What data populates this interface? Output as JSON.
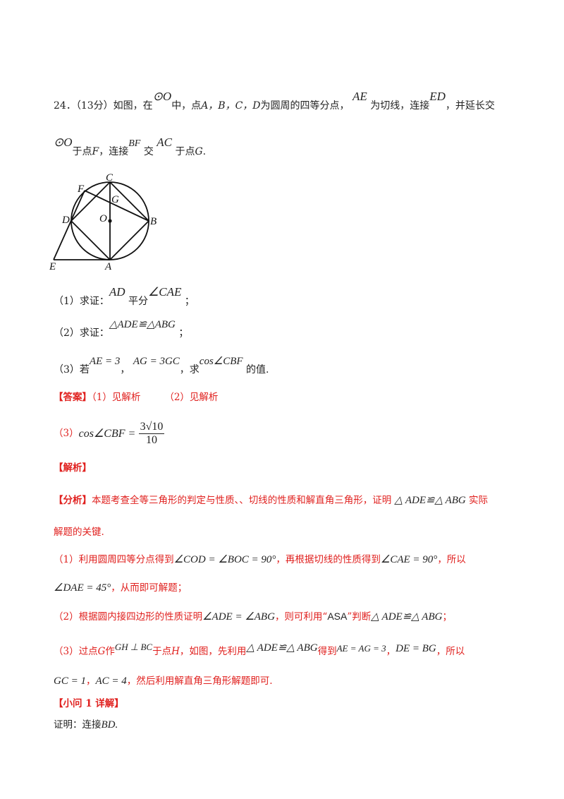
{
  "question": {
    "number": "24．",
    "score": "（13分）",
    "t1": "如图，在",
    "circle_o": "⊙O",
    "t2": "中，点",
    "points_abcd": "A，B，C，D",
    "t3": "为圆周的四等分点，",
    "ae": "AE",
    "t4": "为切线，连接",
    "ed": "ED",
    "t5": "，并延长交",
    "line2_circle": "⊙O",
    "t6": "于点",
    "f": "F",
    "t7": "，连接",
    "bf": "BF",
    "t8": "交",
    "ac": "AC",
    "t9": "于点",
    "g": "G",
    "t10": "."
  },
  "figure": {
    "labels": {
      "A": "A",
      "B": "B",
      "C": "C",
      "D": "D",
      "E": "E",
      "F": "F",
      "G": "G",
      "O": "O"
    }
  },
  "parts": {
    "p1_prefix": "（1）求证：",
    "p1_ad": "AD",
    "p1_mid": "平分",
    "p1_angle": "∠CAE",
    "p1_end": "；",
    "p2_prefix": "（2）求证：",
    "p2_expr": "△ADE≌△ABG",
    "p2_end": "；",
    "p3_prefix": "（3）若",
    "p3_ae": "AE = 3",
    "p3_comma": "，",
    "p3_ag": "AG = 3GC",
    "p3_mid": "，求",
    "p3_cos": "cos∠CBF",
    "p3_end": "的值."
  },
  "answer": {
    "label": "【答案】",
    "a1": "（1）见解析",
    "a2": "（2）见解析",
    "a3_prefix": "（3）",
    "a3_lhs": "cos∠CBF =",
    "a3_num": "3√10",
    "a3_den": "10"
  },
  "analysis": {
    "label": "【解析】",
    "fenxi_label": "【分析】",
    "fenxi_text": "本题考查全等三角形的判定与性质、、切线的性质和解直角三角形，证明",
    "fenxi_expr": "△ ADE≌△ ABG",
    "fenxi_end": "实际",
    "fenxi_line2": "解题的关键.",
    "s1_text": "（1）利用圆周四等分点得到",
    "s1_expr": "∠COD = ∠BOC = 90°",
    "s1_mid": "，再根据切线的性质得到",
    "s1_expr2": "∠CAE = 90°",
    "s1_end": "，所以",
    "s1_line2_expr": "∠DAE = 45°",
    "s1_line2_text": "，从而即可解题；",
    "s2_text": "（2）根据圆内接四边形的性质证明",
    "s2_expr": "∠ADE = ∠ABG",
    "s2_mid": "，则可利用“",
    "s2_asa": "ASA",
    "s2_mid2": "”判断",
    "s2_expr2": "△ ADE≌△ ABG",
    "s2_end": "；",
    "s3_text": "（3）过点",
    "s3_g": "G",
    "s3_zuo": "作",
    "s3_gh": "GH ⊥ BC",
    "s3_mid": "于点",
    "s3_h": "H",
    "s3_mid2": "，如图，先利用",
    "s3_expr": "△ ADE≌△ ABG",
    "s3_dedao": "得到",
    "s3_ae": "AE = AG = 3",
    "s3_comma": "，",
    "s3_de": "DE = BG",
    "s3_suoyi": "，所以",
    "s3_line2_gc": "GC = 1",
    "s3_line2_comma": "，",
    "s3_line2_ac": "AC = 4",
    "s3_line2_text": "，然后利用解直角三角形解题即可.",
    "xiaowen_label": "【小问 1 详解】",
    "proof_text": "证明：连接",
    "proof_bd": "BD."
  }
}
